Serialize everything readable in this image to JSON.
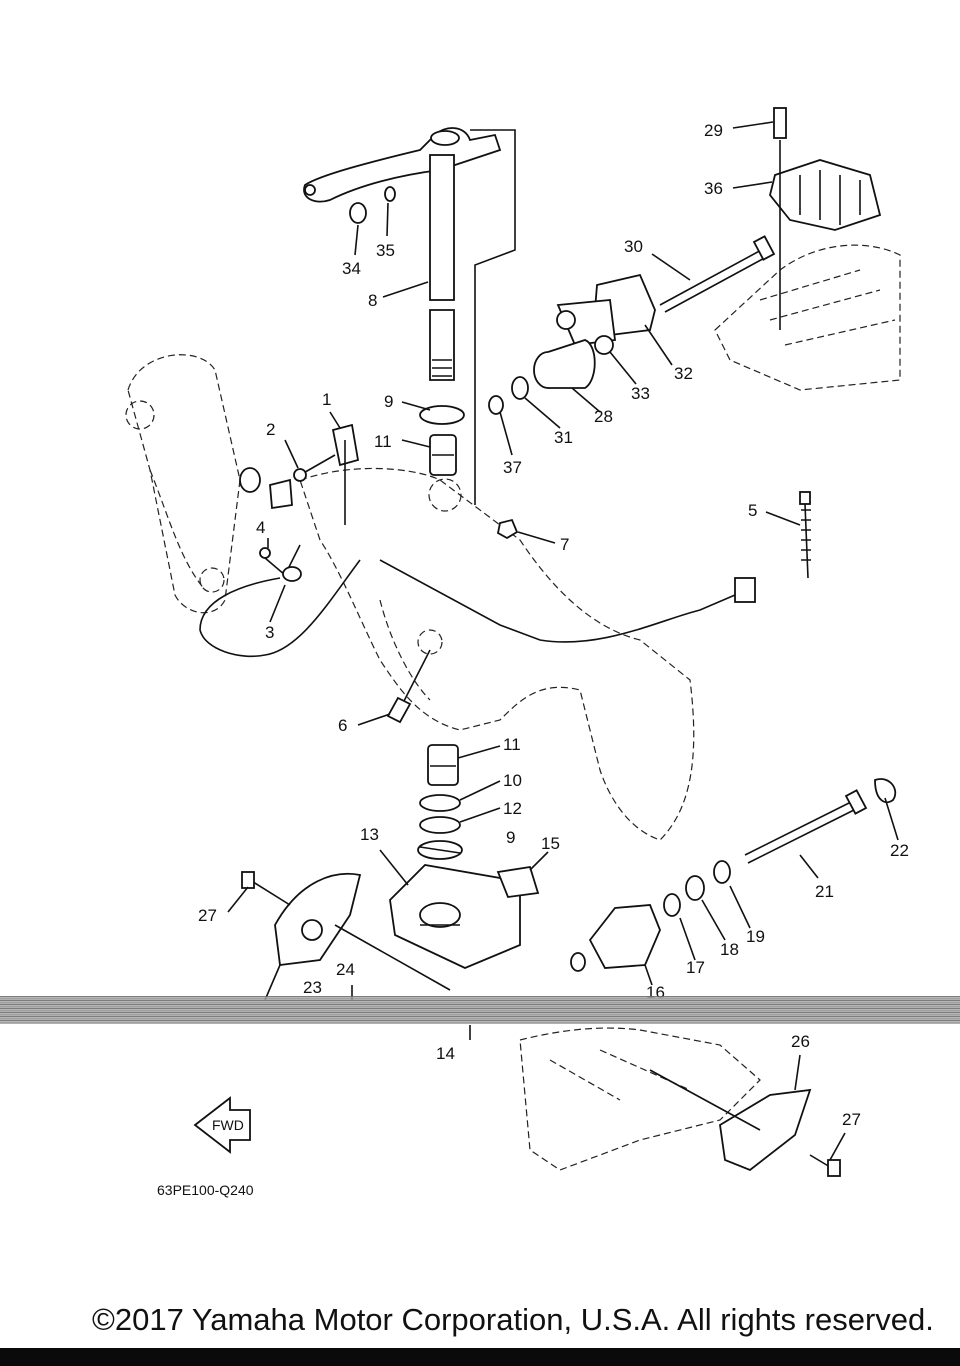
{
  "labels": {
    "l1": "1",
    "l2": "2",
    "l3": "3",
    "l4": "4",
    "l5": "5",
    "l6": "6",
    "l7": "7",
    "l8": "8",
    "l9a": "9",
    "l9b": "9",
    "l10": "10",
    "l11a": "11",
    "l11b": "11",
    "l12": "12",
    "l13": "13",
    "l14": "14",
    "l15": "15",
    "l16": "16",
    "l17": "17",
    "l18": "18",
    "l19": "19",
    "l21": "21",
    "l22": "22",
    "l23": "23",
    "l24": "24",
    "l26": "26",
    "l27a": "27",
    "l27b": "27",
    "l28": "28",
    "l29": "29",
    "l30": "30",
    "l31": "31",
    "l32": "32",
    "l33": "33",
    "l34": "34",
    "l35": "35",
    "l36": "36",
    "l37": "37"
  },
  "fwd_label": "FWD",
  "diagram_code": "63PE100-Q240",
  "copyright": "©2017 Yamaha Motor Corporation, U.S.A. All rights reserved.",
  "colors": {
    "ink": "#111111",
    "background": "#ffffff",
    "bar": "#0a0a0a"
  }
}
